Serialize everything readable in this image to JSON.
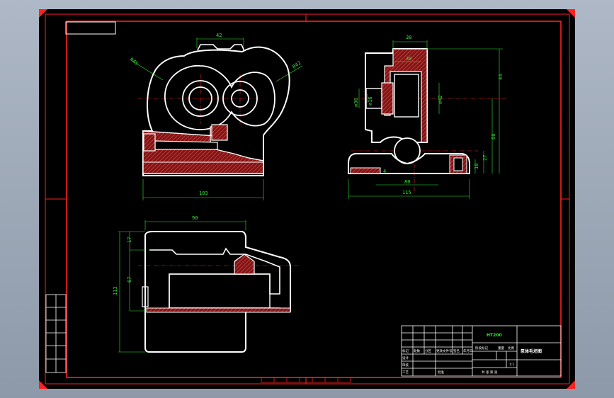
{
  "colors": {
    "background": "#000000",
    "frame": "#ff2020",
    "outline": "#ffffff",
    "dimension": "#2fe82f",
    "hatch": "#d23a3a"
  },
  "dimensions": {
    "top_width": "42",
    "radius_left": "R45",
    "radius_right": "R42",
    "front_width": "103",
    "side_top": "38",
    "side_inner": "30",
    "dia_left": "⌀36",
    "dia_inner": "⌀16",
    "dia_bore": "⌀42",
    "side_h1": "44",
    "side_h2": "60",
    "side_h3": "27",
    "side_h4": "10",
    "side_small": "4",
    "side_base": "80",
    "side_total": "115",
    "plan_width": "90",
    "plan_left1": "17",
    "plan_left2": "67",
    "plan_total": "113"
  },
  "title_block": {
    "material": "HT200",
    "part_name": "泵体毛坯图",
    "scale": "1:1",
    "row_labels": [
      "标记",
      "处数",
      "分区",
      "更改文件号",
      "签名",
      "年月日"
    ],
    "labels": [
      "阶段标记",
      "重量",
      "比例",
      "设计",
      "审核",
      "工艺",
      "批准",
      "共 张 第 张"
    ]
  },
  "side_table": {
    "rows": [
      "",
      "",
      "",
      "",
      "",
      ""
    ]
  },
  "label_box": ""
}
